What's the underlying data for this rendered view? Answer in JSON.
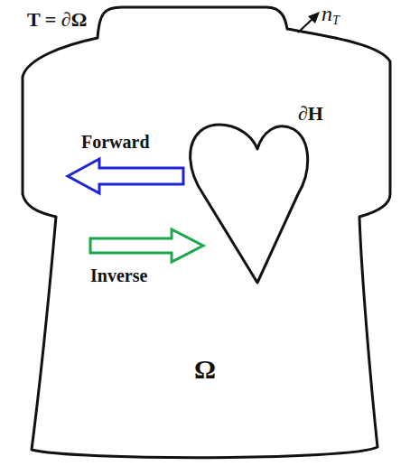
{
  "diagram": {
    "nodes": [
      {
        "text": [
          "T = ∂Ω",
          "Ω"
        ]
      },
      {
        "text": [
          "∂H"
        ],
        "in": 0
      }
    ],
    "labels": [
      "Forward",
      "Inverse",
      "n",
      "T"
    ]
  }
}
